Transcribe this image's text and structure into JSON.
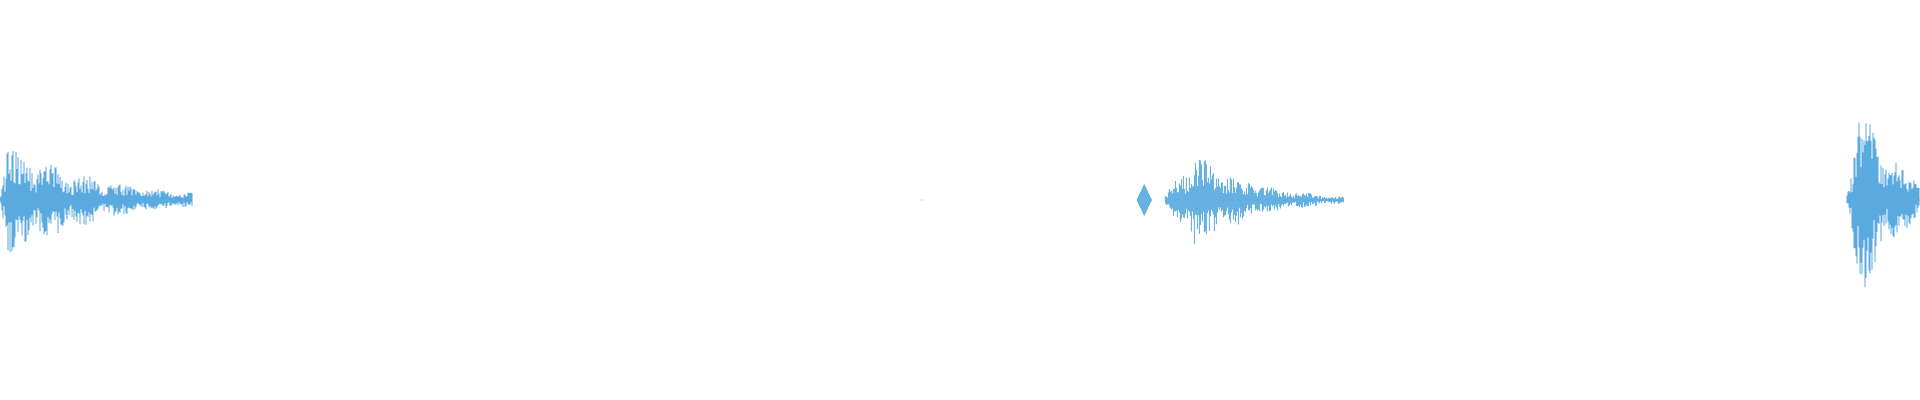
{
  "waveform": {
    "color": "#5aaae0",
    "background": "#ffffff",
    "bursts": [
      {
        "name": "burst-1",
        "start": 0.0,
        "attack": 0.004,
        "end": 0.1,
        "peak": 0.58,
        "decay": 0.045
      },
      {
        "name": "burst-2",
        "start": 0.607,
        "attack": 0.622,
        "end": 0.7,
        "peak": 0.5,
        "decay": 0.03
      },
      {
        "name": "burst-3",
        "start": 0.962,
        "attack": 0.968,
        "end": 1.0,
        "peak": 1.0,
        "decay": 0.02
      }
    ],
    "specks": [
      0.098,
      0.48,
      0.593
    ],
    "pre_blip": {
      "start": 0.592,
      "end": 0.6,
      "amp": 0.03
    }
  }
}
